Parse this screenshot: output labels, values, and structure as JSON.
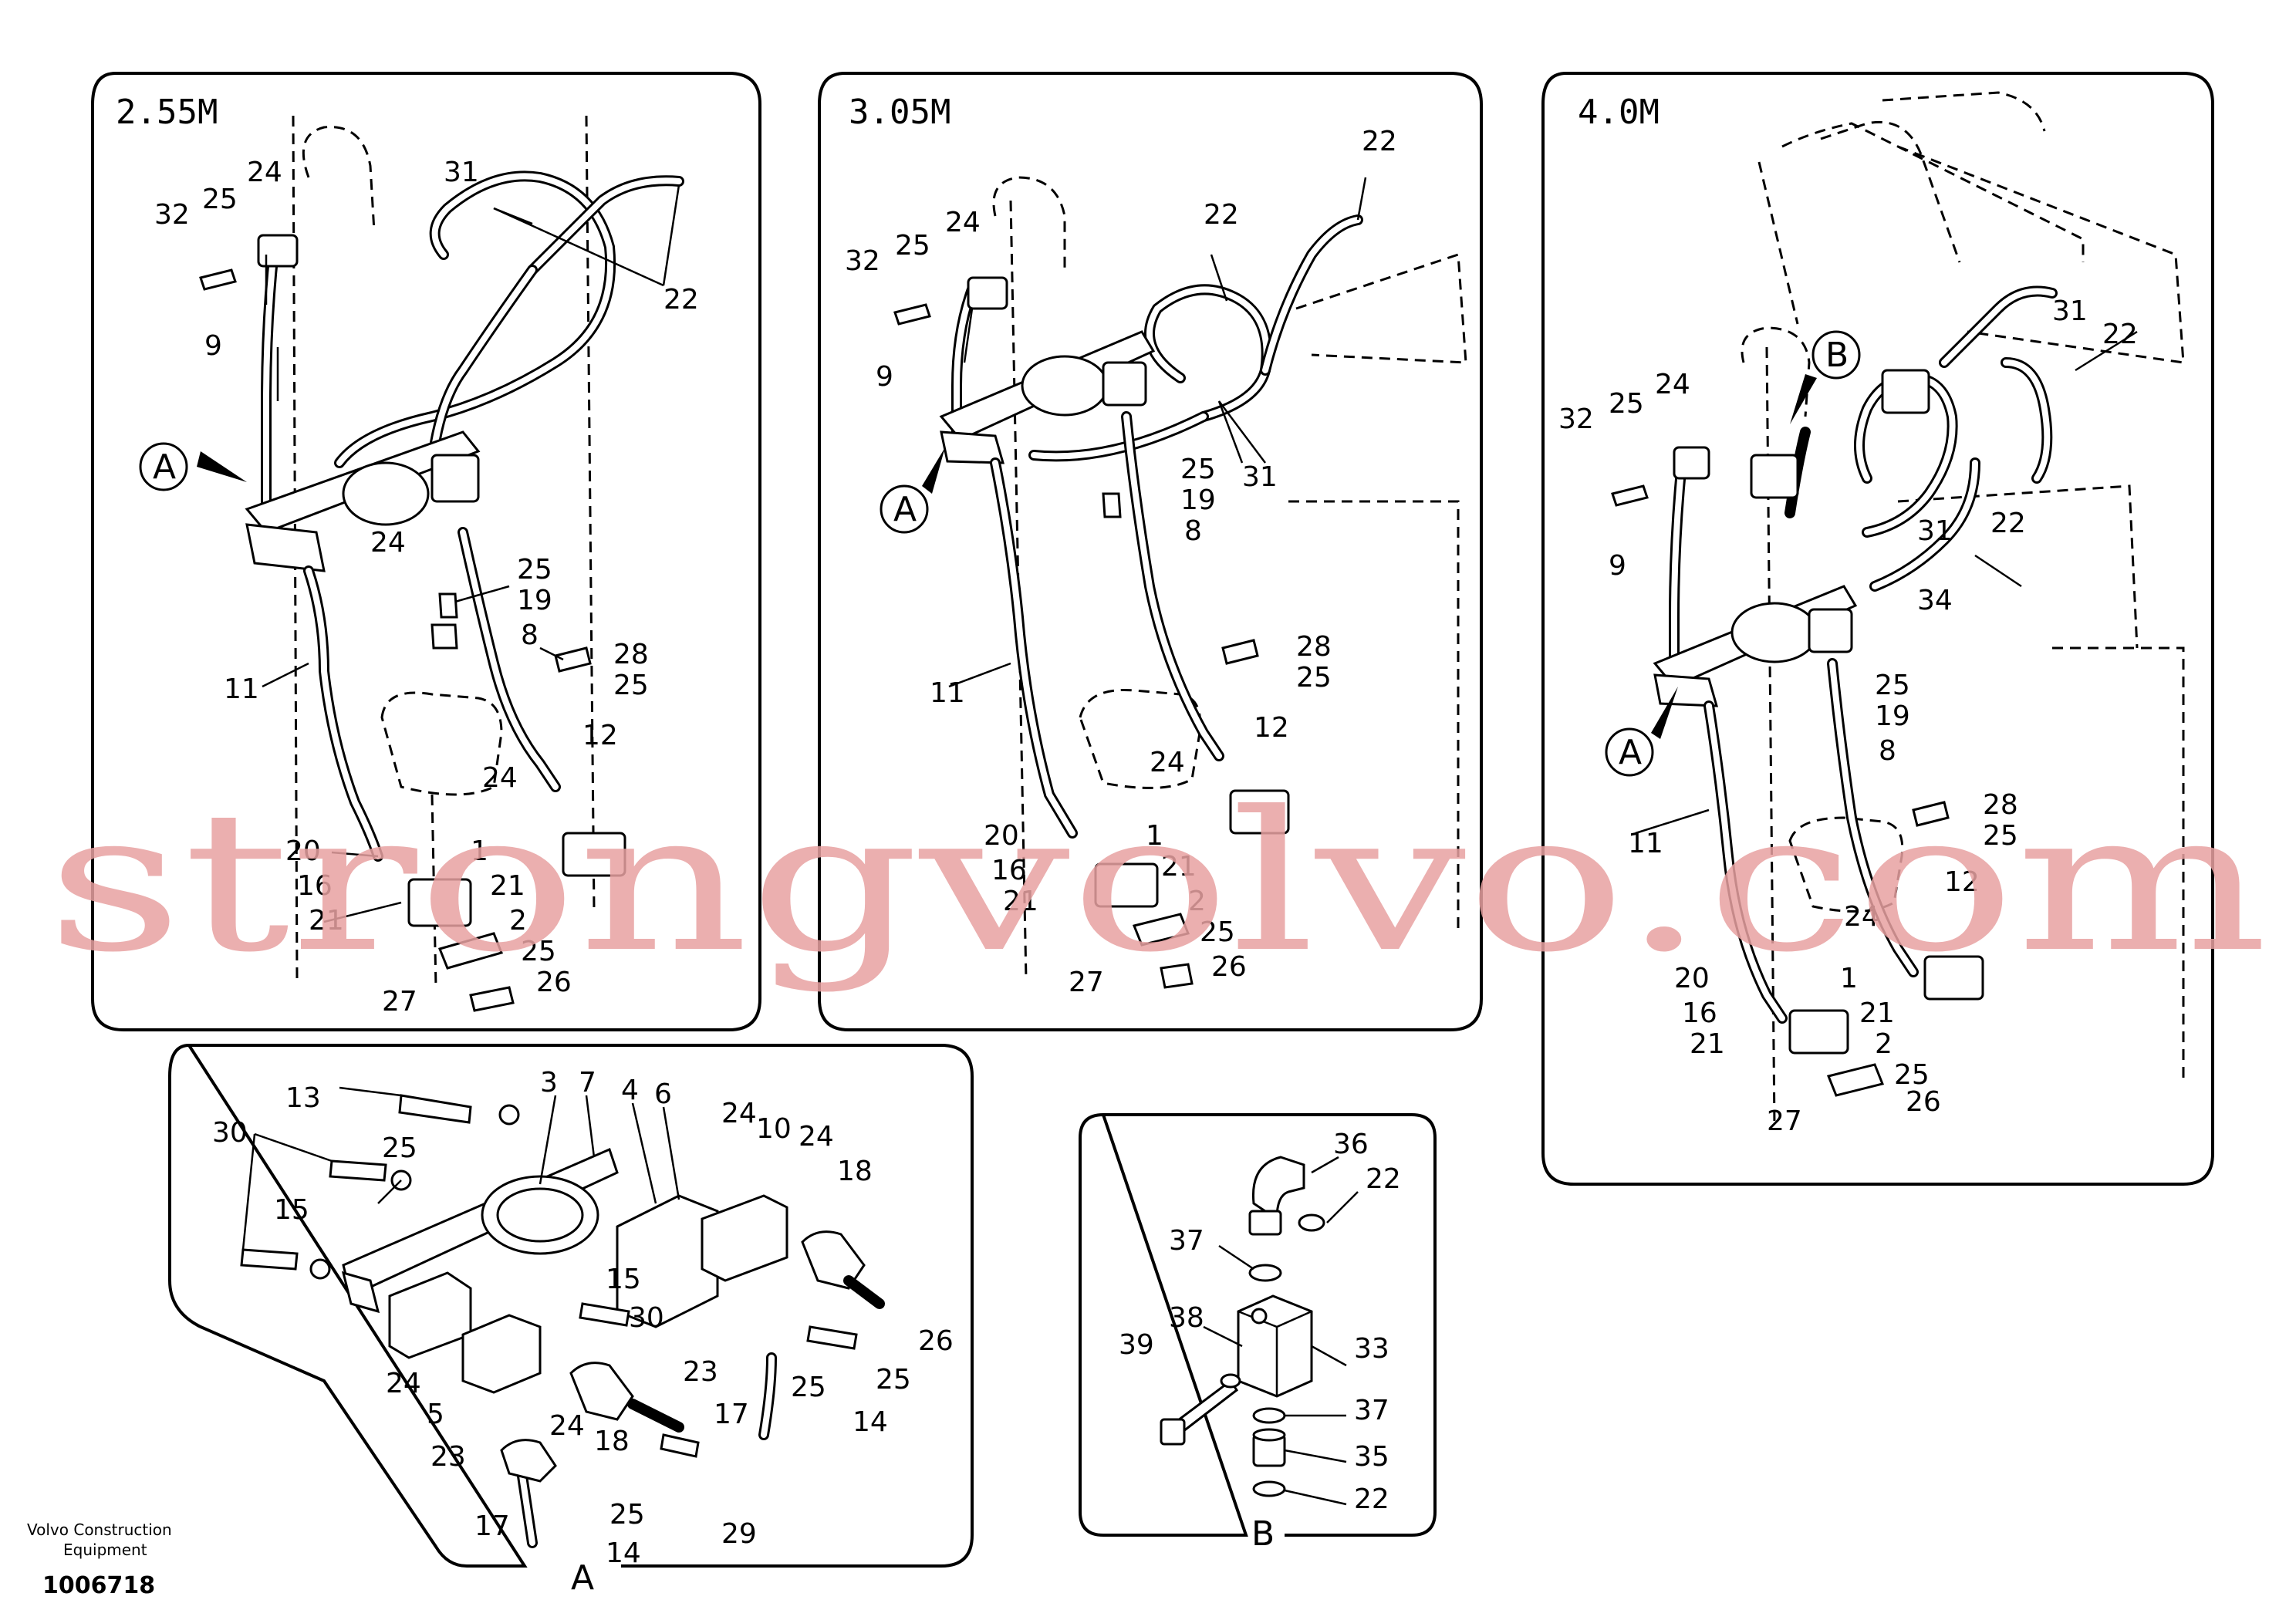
{
  "panels": {
    "p255": {
      "title": "2.55M"
    },
    "p305": {
      "title": "3.05M"
    },
    "p40": {
      "title": "4.0M"
    },
    "detailA": {
      "caption": "A"
    },
    "detailB": {
      "caption": "B"
    }
  },
  "callouts": {
    "A": "A",
    "B": "B"
  },
  "watermark": "strongvolvo.com",
  "footer": {
    "brand_line1": "Volvo Construction",
    "brand_line2": "Equipment",
    "drawing_number": "1006718"
  },
  "labels": {
    "p255": [
      {
        "t": "32"
      },
      {
        "t": "25"
      },
      {
        "t": "24"
      },
      {
        "t": "31"
      },
      {
        "t": "22"
      },
      {
        "t": "9"
      },
      {
        "t": "24"
      },
      {
        "t": "25"
      },
      {
        "t": "19"
      },
      {
        "t": "8"
      },
      {
        "t": "28"
      },
      {
        "t": "25"
      },
      {
        "t": "11"
      },
      {
        "t": "12"
      },
      {
        "t": "24"
      },
      {
        "t": "20"
      },
      {
        "t": "1"
      },
      {
        "t": "16"
      },
      {
        "t": "21"
      },
      {
        "t": "21"
      },
      {
        "t": "2"
      },
      {
        "t": "25"
      },
      {
        "t": "26"
      },
      {
        "t": "27"
      }
    ],
    "p305": [
      {
        "t": "22"
      },
      {
        "t": "22"
      },
      {
        "t": "32"
      },
      {
        "t": "25"
      },
      {
        "t": "24"
      },
      {
        "t": "9"
      },
      {
        "t": "31"
      },
      {
        "t": "25"
      },
      {
        "t": "19"
      },
      {
        "t": "8"
      },
      {
        "t": "28"
      },
      {
        "t": "25"
      },
      {
        "t": "11"
      },
      {
        "t": "12"
      },
      {
        "t": "24"
      },
      {
        "t": "20"
      },
      {
        "t": "1"
      },
      {
        "t": "16"
      },
      {
        "t": "21"
      },
      {
        "t": "21"
      },
      {
        "t": "2"
      },
      {
        "t": "25"
      },
      {
        "t": "26"
      },
      {
        "t": "27"
      }
    ],
    "p40": [
      {
        "t": "31"
      },
      {
        "t": "22"
      },
      {
        "t": "32"
      },
      {
        "t": "25"
      },
      {
        "t": "24"
      },
      {
        "t": "9"
      },
      {
        "t": "31"
      },
      {
        "t": "22"
      },
      {
        "t": "34"
      },
      {
        "t": "25"
      },
      {
        "t": "19"
      },
      {
        "t": "8"
      },
      {
        "t": "28"
      },
      {
        "t": "25"
      },
      {
        "t": "11"
      },
      {
        "t": "12"
      },
      {
        "t": "24"
      },
      {
        "t": "20"
      },
      {
        "t": "1"
      },
      {
        "t": "16"
      },
      {
        "t": "21"
      },
      {
        "t": "21"
      },
      {
        "t": "2"
      },
      {
        "t": "25"
      },
      {
        "t": "26"
      },
      {
        "t": "27"
      }
    ],
    "detailA": [
      {
        "t": "13"
      },
      {
        "t": "3"
      },
      {
        "t": "7"
      },
      {
        "t": "4"
      },
      {
        "t": "6"
      },
      {
        "t": "30"
      },
      {
        "t": "25"
      },
      {
        "t": "24"
      },
      {
        "t": "10"
      },
      {
        "t": "24"
      },
      {
        "t": "18"
      },
      {
        "t": "15"
      },
      {
        "t": "15"
      },
      {
        "t": "30"
      },
      {
        "t": "26"
      },
      {
        "t": "24"
      },
      {
        "t": "5"
      },
      {
        "t": "23"
      },
      {
        "t": "24"
      },
      {
        "t": "18"
      },
      {
        "t": "23"
      },
      {
        "t": "17"
      },
      {
        "t": "25"
      },
      {
        "t": "14"
      },
      {
        "t": "25"
      },
      {
        "t": "17"
      },
      {
        "t": "25"
      },
      {
        "t": "14"
      },
      {
        "t": "29"
      }
    ],
    "detailB": [
      {
        "t": "36"
      },
      {
        "t": "22"
      },
      {
        "t": "37"
      },
      {
        "t": "38"
      },
      {
        "t": "39"
      },
      {
        "t": "33"
      },
      {
        "t": "37"
      },
      {
        "t": "35"
      },
      {
        "t": "22"
      }
    ]
  }
}
